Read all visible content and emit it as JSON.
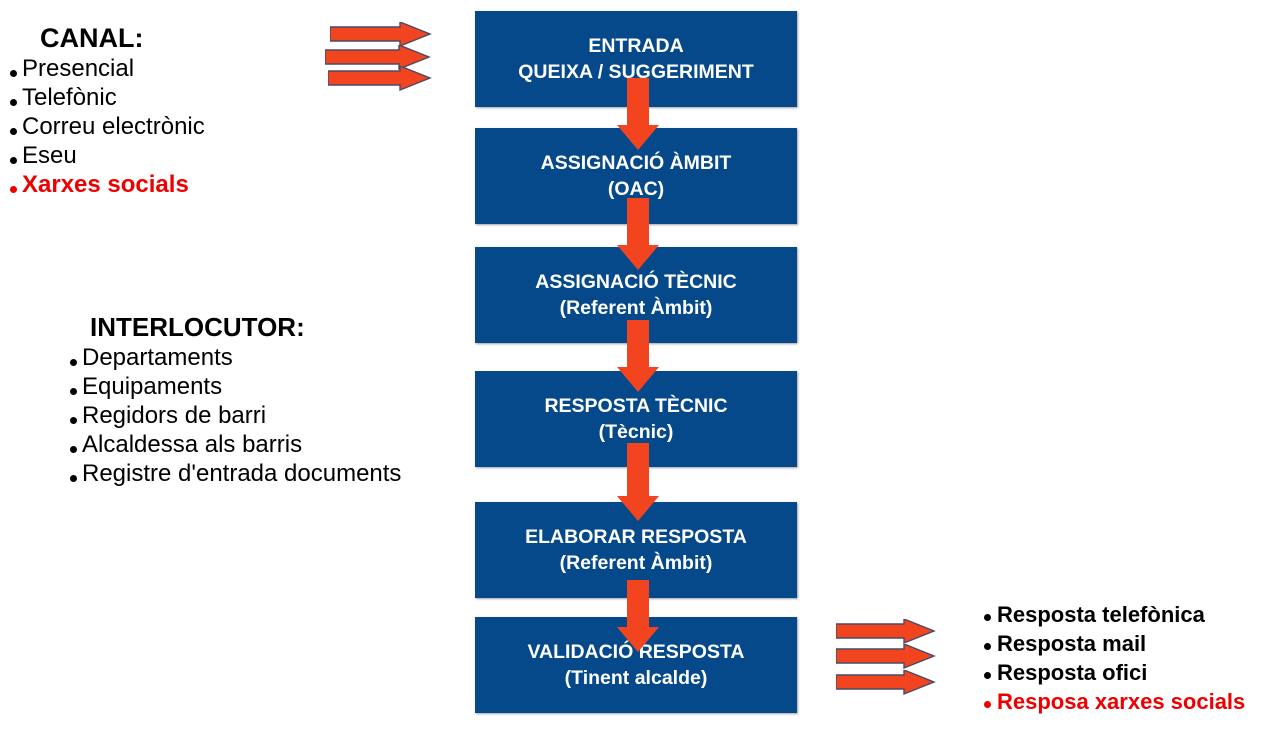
{
  "colors": {
    "box_blue": "#05498A",
    "arrow_red": "#F2441F",
    "arrow_outline": "#4A4A66",
    "text_red": "#EE0000",
    "text_black": "#000000",
    "background": "#FFFFFF"
  },
  "left_panel": {
    "canal": {
      "heading": "CANAL:",
      "items": [
        {
          "label": "Presencial",
          "highlight": false
        },
        {
          "label": "Telefònic",
          "highlight": false
        },
        {
          "label": "Correu electrònic",
          "highlight": false
        },
        {
          "label": "Eseu",
          "highlight": false
        },
        {
          "label": "Xarxes socials",
          "highlight": true
        }
      ]
    },
    "interlocutor": {
      "heading": "INTERLOCUTOR:",
      "items": [
        {
          "label": "Departaments",
          "highlight": false
        },
        {
          "label": "Equipaments",
          "highlight": false
        },
        {
          "label": "Regidors de barri",
          "highlight": false
        },
        {
          "label": "Alcaldessa als barris",
          "highlight": false
        },
        {
          "label": "Registre d'entrada documents",
          "highlight": false
        }
      ]
    }
  },
  "flow": {
    "steps": [
      {
        "line1": "ENTRADA",
        "line2": "QUEIXA / SUGGERIMENT"
      },
      {
        "line1": "ASSIGNACIÓ ÀMBIT",
        "line2": "(OAC)"
      },
      {
        "line1": "ASSIGNACIÓ TÈCNIC",
        "line2": "(Referent Àmbit)"
      },
      {
        "line1": "RESPOSTA TÈCNIC",
        "line2": "(Tècnic)"
      },
      {
        "line1": "ELABORAR RESPOSTA",
        "line2": "(Referent Àmbit)"
      },
      {
        "line1": "VALIDACIÓ RESPOSTA",
        "line2": "(Tinent alcalde)"
      }
    ]
  },
  "right_panel": {
    "outputs": {
      "items": [
        {
          "label": "Resposta telefònica",
          "highlight": false
        },
        {
          "label": "Resposta mail",
          "highlight": false
        },
        {
          "label": "Resposta ofici",
          "highlight": false
        },
        {
          "label": "Resposa xarxes socials",
          "highlight": true
        }
      ]
    }
  },
  "arrows": {
    "input_arrow_count": 3,
    "output_arrow_count": 3,
    "flow_arrow_count": 5
  }
}
